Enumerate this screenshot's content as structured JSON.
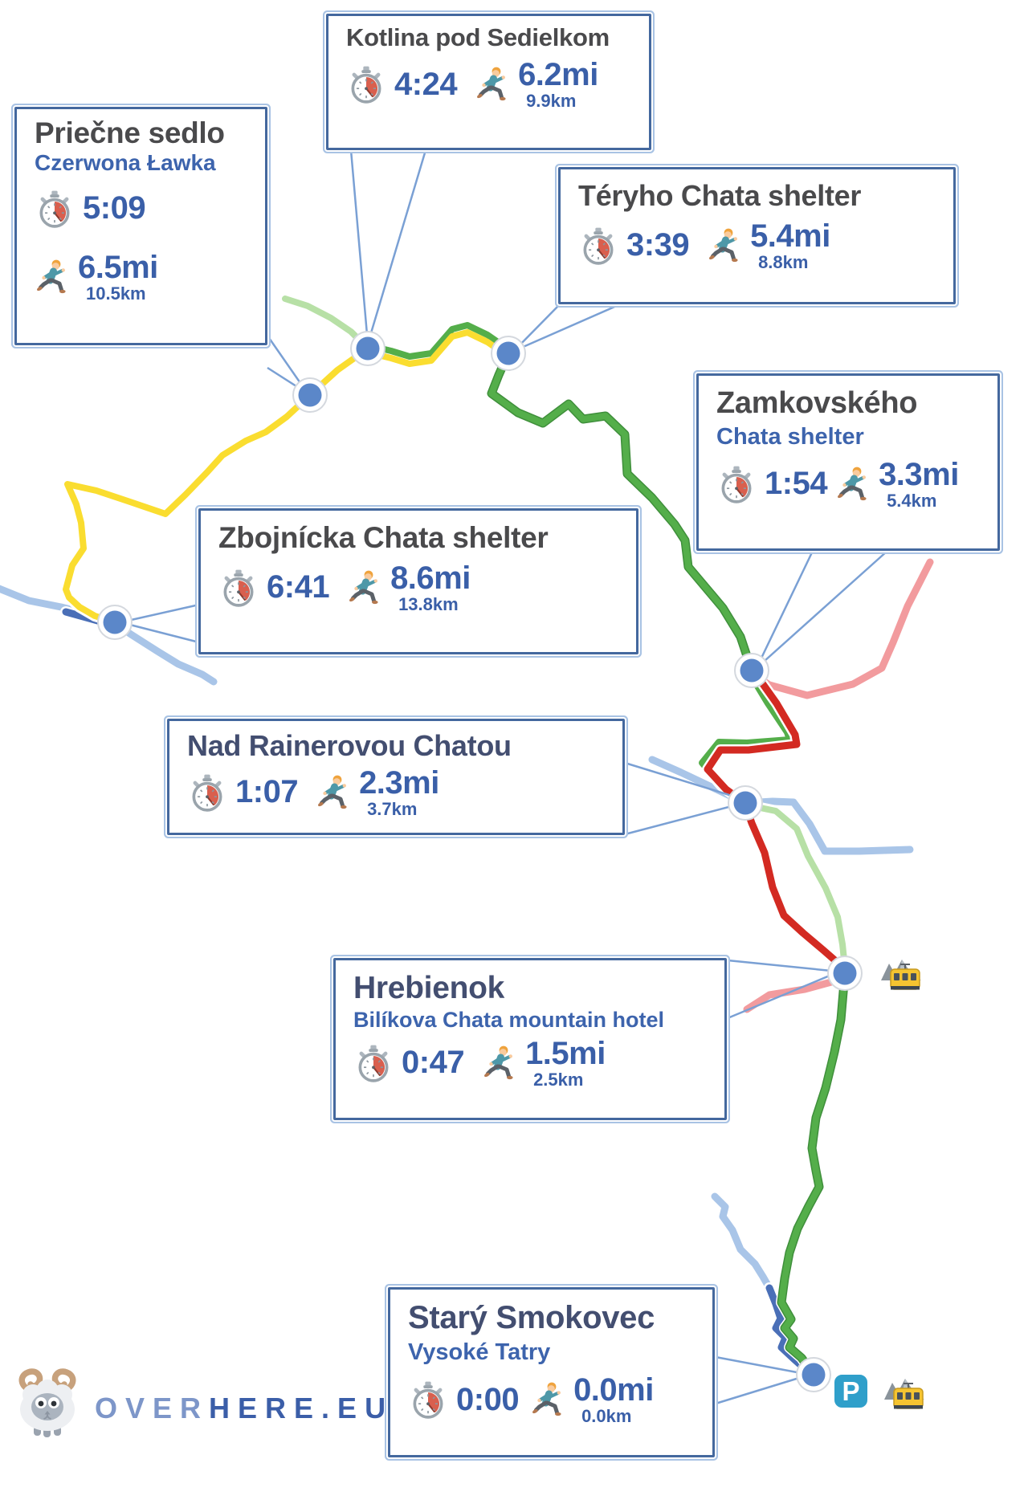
{
  "theme": {
    "accent_border": "#44689E",
    "border_light": "#A9C3E4",
    "title_gray": "#4A4A4C",
    "title_navy": "#434E70",
    "subtitle_blue": "#3D64AD",
    "value_blue": "#3A5FA8",
    "trail_yellow": "#FADD30",
    "trail_green": "#54AE4A",
    "trail_green_dark": "#3F8F3B",
    "trail_pale_green": "#B7E0A6",
    "trail_red": "#D32A22",
    "trail_pink": "#F29B9E",
    "trail_light_blue": "#A9C5E8",
    "trail_dark_blue": "#4A6FB7",
    "marker_fill": "#5B87C9",
    "leader": "#7AA0D4",
    "parking": "#2F9FCA",
    "logo_blue": "#3B5EA8"
  },
  "cards": {
    "kotlina": {
      "title": "Kotlina pod Sedielkom",
      "time": "4:24",
      "distance_mi": "6.2mi",
      "distance_km": "9.9km"
    },
    "priecne": {
      "title": "Priečne sedlo",
      "subtitle": "Czerwona Ławka",
      "time": "5:09",
      "distance_mi": "6.5mi",
      "distance_km": "10.5km"
    },
    "teryho": {
      "title": "Téryho Chata shelter",
      "time": "3:39",
      "distance_mi": "5.4mi",
      "distance_km": "8.8km"
    },
    "zamkovskeho": {
      "title": "Zamkovského",
      "subtitle": "Chata shelter",
      "time": "1:54",
      "distance_mi": "3.3mi",
      "distance_km": "5.4km"
    },
    "zbojnicka": {
      "title": "Zbojnícka Chata shelter",
      "time": "6:41",
      "distance_mi": "8.6mi",
      "distance_km": "13.8km"
    },
    "nad_rainerovou": {
      "title": "Nad Rainerovou Chatou",
      "time": "1:07",
      "distance_mi": "2.3mi",
      "distance_km": "3.7km"
    },
    "hrebienok": {
      "title": "Hrebienok",
      "subtitle": "Bilíkova Chata mountain hotel",
      "time": "0:47",
      "distance_mi": "1.5mi",
      "distance_km": "2.5km"
    },
    "stary_smokovec": {
      "title": "Starý Smokovec",
      "subtitle": "Vysoké Tatry",
      "time": "0:00",
      "distance_mi": "0.0mi",
      "distance_km": "0.0km"
    }
  },
  "map": {
    "parking_label": "P"
  },
  "logo": {
    "text": "OVERHERE.EU",
    "part1": "OVER",
    "part2": "HERE.EU"
  }
}
